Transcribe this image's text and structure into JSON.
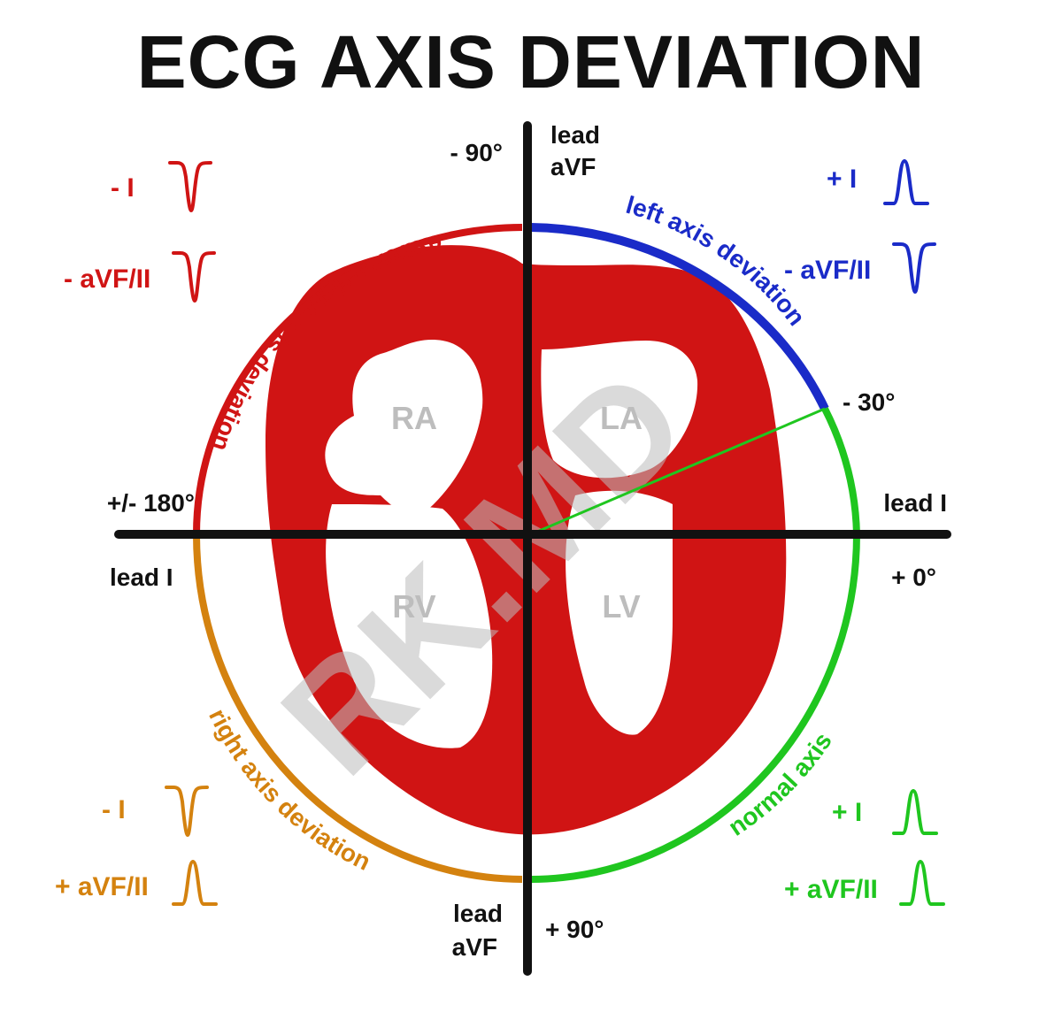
{
  "title": "ECG AXIS DEVIATION",
  "colors": {
    "red": "#d01414",
    "blue": "#1a2bc8",
    "green": "#1fc61f",
    "orange": "#d4820f",
    "axis": "#111111",
    "chamber_label": "#bdbdbd",
    "watermark": "#bdbdbd"
  },
  "angle_labels": {
    "minus90": "- 90°",
    "minus30": "- 30°",
    "plus180": "+/- 180°",
    "zero": "+ 0°",
    "plus90": "+ 90°"
  },
  "lead_labels": {
    "avf_top_1": "lead",
    "avf_top_2": "aVF",
    "avf_bottom_1": "lead",
    "avf_bottom_2": "aVF",
    "lead1_right": "lead I",
    "lead1_left": "lead I"
  },
  "arc_labels": {
    "extreme_right": "extreme right axis deviation",
    "left": "left axis deviation",
    "right": "right axis deviation",
    "normal": "normal axis"
  },
  "chambers": {
    "ra": "RA",
    "la": "LA",
    "rv": "RV",
    "lv": "LV"
  },
  "watermark": "RK.MD",
  "quadrants": {
    "extreme_right": {
      "lead1": "- I",
      "avf": "- aVF/II",
      "lead1_wave": "negative",
      "avf_wave": "negative"
    },
    "left": {
      "lead1": "+ I",
      "avf": "- aVF/II",
      "lead1_wave": "positive",
      "avf_wave": "negative"
    },
    "right": {
      "lead1": "- I",
      "avf": "+ aVF/II",
      "lead1_wave": "negative",
      "avf_wave": "positive"
    },
    "normal": {
      "lead1": "+ I",
      "avf": "+ aVF/II",
      "lead1_wave": "positive",
      "avf_wave": "positive"
    }
  }
}
